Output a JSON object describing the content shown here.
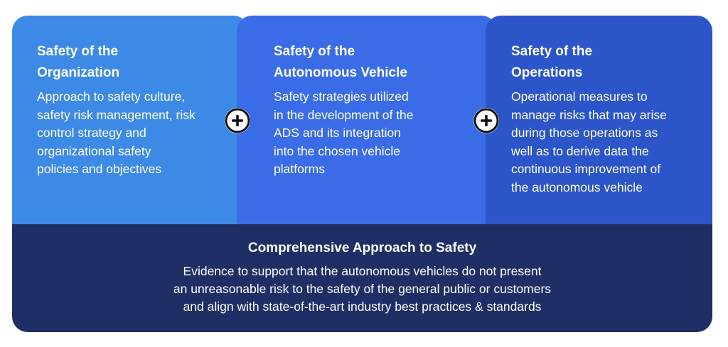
{
  "panels": [
    {
      "title_lines": [
        "Safety of the",
        "Organization"
      ],
      "body_lines": [
        "Approach to safety culture,",
        "safety risk management, risk",
        "control strategy and",
        "organizational safety",
        "policies and objectives"
      ]
    },
    {
      "title_lines": [
        "Safety of the",
        "Autonomous Vehicle"
      ],
      "body_lines": [
        "Safety strategies utilized",
        "in the development of the",
        "ADS and its integration",
        "into the chosen vehicle",
        "platforms"
      ]
    },
    {
      "title_lines": [
        "Safety of the",
        "Operations"
      ],
      "body_lines": [
        "Operational measures to",
        "manage risks that may arise",
        "during those operations as",
        "well as to derive data the",
        "continuous improvement of",
        "the autonomous vehicle"
      ]
    }
  ],
  "connectors": [
    "plus-icon",
    "plus-icon"
  ],
  "summary": {
    "title": "Comprehensive Approach to Safety",
    "body_lines": [
      "Evidence to support that the autonomous vehicles do not present",
      "an unreasonable risk to the safety of the general public or customers",
      "and align with state-of-the-art industry best practices & standards"
    ]
  },
  "colors": {
    "panel_organization": "#3d8ae6",
    "panel_vehicle": "#3a6ce8",
    "panel_operations": "#2b55c8",
    "summary": "#1f2f66",
    "connector": "#111111"
  }
}
